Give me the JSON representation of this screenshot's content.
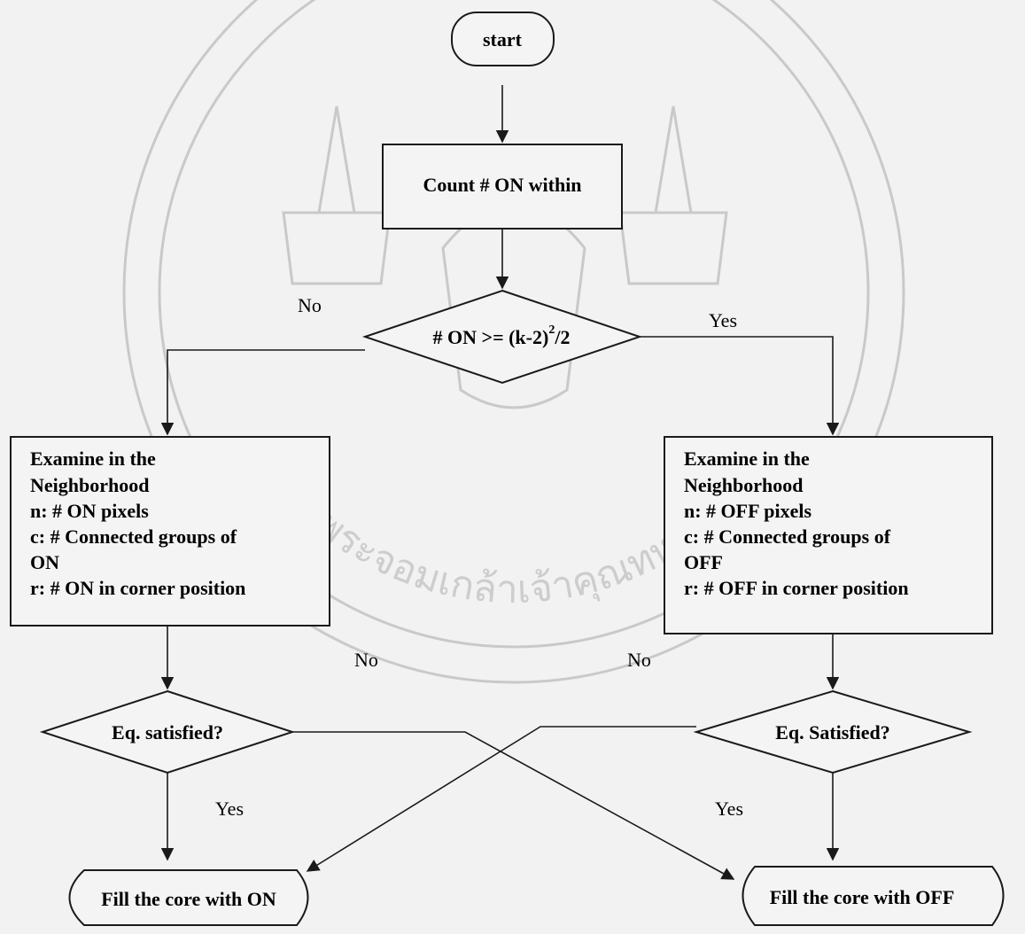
{
  "nodes": {
    "start": "start",
    "count": "Count # ON within",
    "decision_main": "# ON >= (k-2)",
    "decision_main_sup": "2",
    "decision_main_tail": "/2",
    "examine_on": [
      "Examine in the",
      "Neighborhood",
      "n: # ON pixels",
      "c: # Connected groups of",
      "ON",
      "r: # ON in corner position"
    ],
    "examine_off": [
      "Examine in the",
      "Neighborhood",
      "n: # OFF pixels",
      "c: # Connected groups of",
      "OFF",
      "r: # OFF in corner position"
    ],
    "eq_left": "Eq. satisfied?",
    "eq_right": "Eq. Satisfied?",
    "fill_on": "Fill the core with ON",
    "fill_off": "Fill the core with OFF"
  },
  "edge_labels": {
    "main_no": "No",
    "main_yes": "Yes",
    "left_no": "No",
    "right_no": "No",
    "left_yes": "Yes",
    "right_yes": "Yes"
  },
  "watermark": {
    "text": "พระจอมเกล้าเจ้าคุณทหาร",
    "color": "#c9c9c9"
  },
  "colors": {
    "background": "#f2f2f2",
    "stroke": "#1a1a1a",
    "text": "#111111"
  }
}
